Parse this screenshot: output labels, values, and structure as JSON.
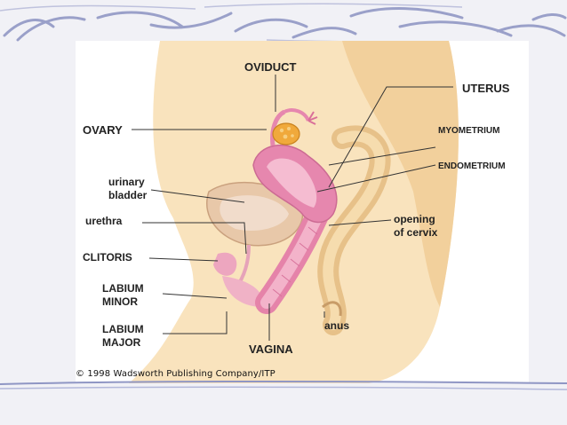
{
  "labels": {
    "oviduct": "OVIDUCT",
    "uterus": "UTERUS",
    "ovary": "OVARY",
    "myometrium": "MYOMETRIUM",
    "endometrium": "ENDOMETRIUM",
    "urinary_bladder": "urinary\nbladder",
    "urethra": "urethra",
    "opening_of_cervix": "opening\nof cervix",
    "clitoris": "CLITORIS",
    "labium_minor": "LABIUM\nMINOR",
    "labium_major": "LABIUM\nMAJOR",
    "anus": "anus",
    "vagina": "VAGINA"
  },
  "credit": "© 1998 Wadsworth Publishing Company/ITP",
  "colors": {
    "skin": "#f7dcae",
    "skin_dark": "#e9c48d",
    "uterus": "#e98ab0",
    "uterus_inner": "#f6bcd3",
    "ovary": "#f0a93b",
    "bladder": "#e4c2a3",
    "rule": "#8f96c4"
  }
}
